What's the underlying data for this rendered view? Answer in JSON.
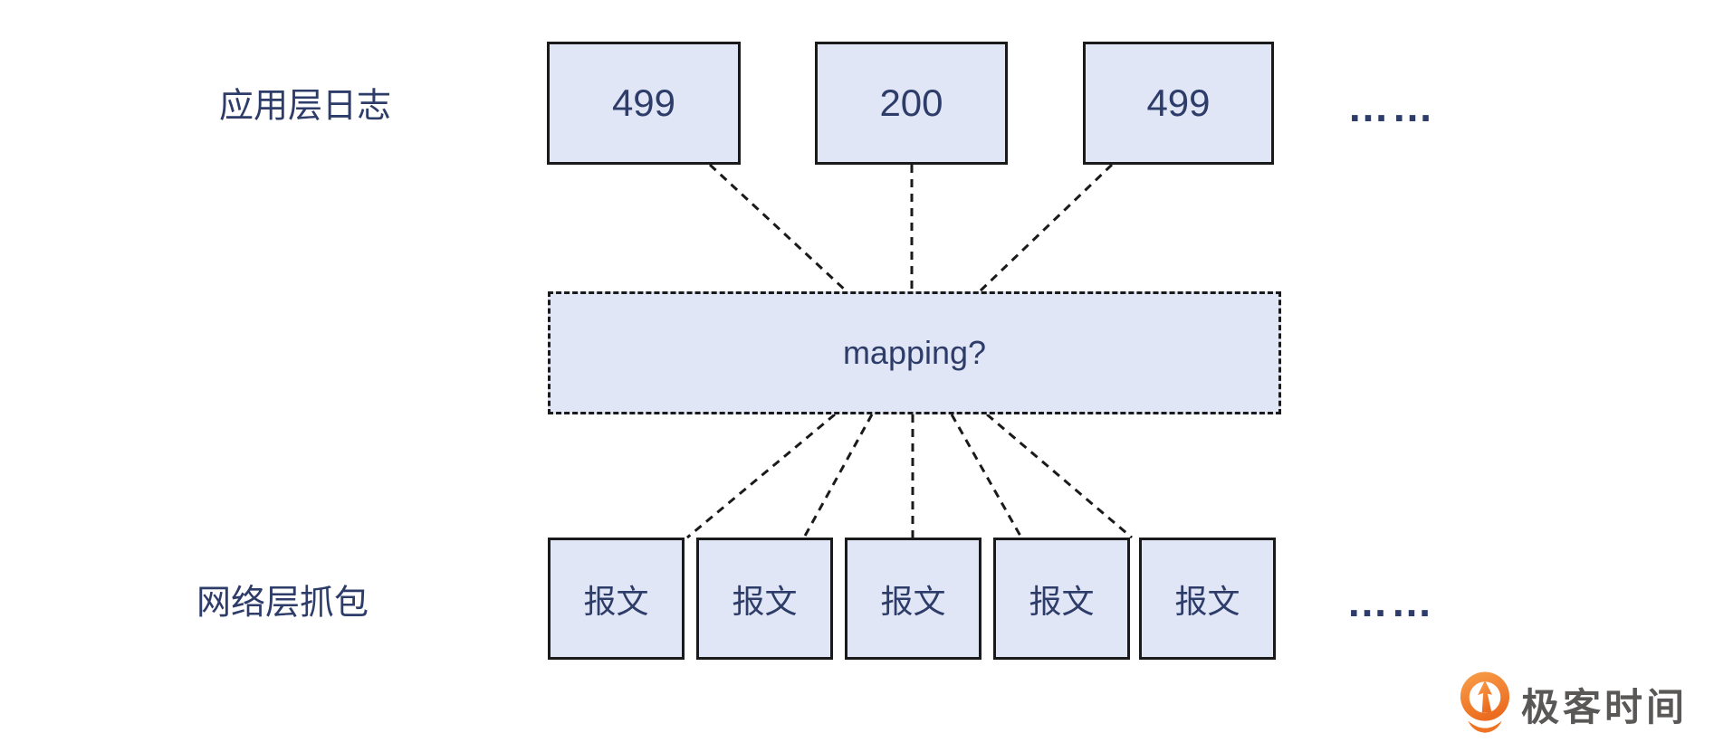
{
  "diagram": {
    "top_label": "应用层日志",
    "bottom_label": "网络层抓包",
    "top_boxes": [
      "499",
      "200",
      "499"
    ],
    "mapping_label": "mapping?",
    "bottom_boxes": [
      "报文",
      "报文",
      "报文",
      "报文",
      "报文"
    ],
    "ellipsis_top": "……",
    "ellipsis_bottom": "……",
    "colors": {
      "box_fill": "#e0e6f6",
      "box_border": "#1a1a1a",
      "text_navy": "#2d3c68",
      "connector_line": "#1a1a1a"
    }
  },
  "logo": {
    "text": "极客时间",
    "icon": "geektime-pin-icon",
    "icon_color": "#ee7324",
    "text_color": "#5a5757"
  }
}
